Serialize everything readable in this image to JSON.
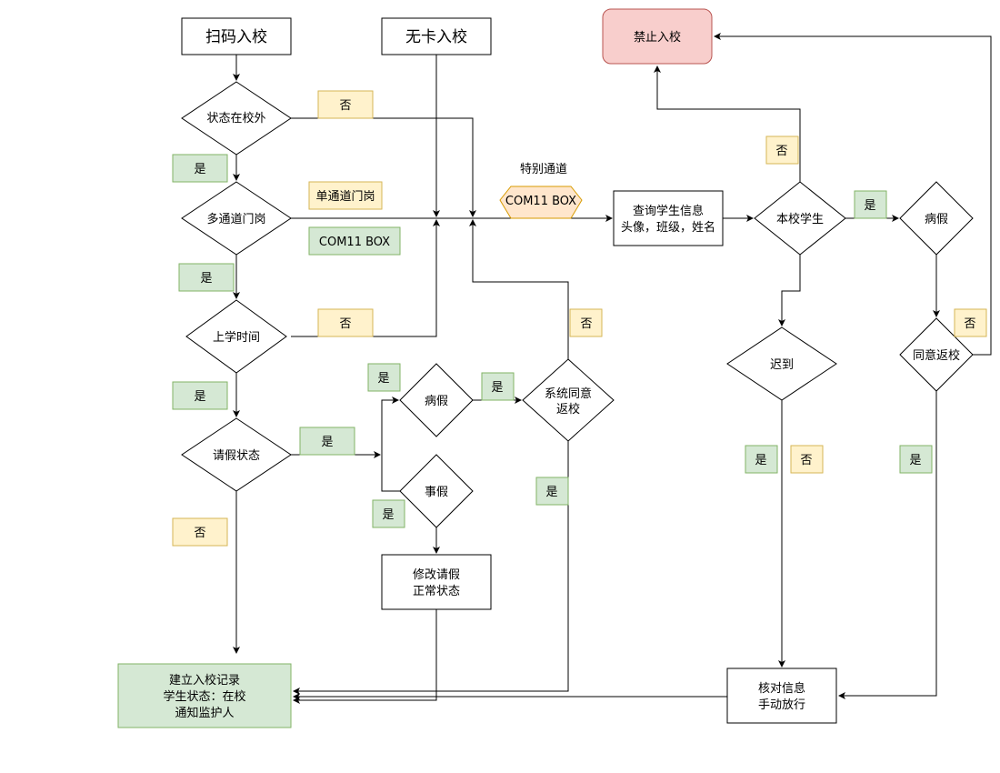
{
  "nodes": {
    "scan_entry": "扫码入校",
    "nocard_entry": "无卡入校",
    "forbid": "禁止入校",
    "status_outside": "状态在校外",
    "multi_gate": "多通道门岗",
    "school_time": "上学时间",
    "leave_status": "请假状态",
    "sick_leave_mid": "病假",
    "personal_leave": "事假",
    "system_agree": [
      "系统同意",
      "返校"
    ],
    "modify_leave": [
      "修改请假",
      "正常状态"
    ],
    "create_record": [
      "建立入校记录",
      "学生状态：在校",
      "通知监护人"
    ],
    "query_info": [
      "查询学生信息",
      "头像，班级，姓名"
    ],
    "this_school": "本校学生",
    "sick_leave_right": "病假",
    "late": "迟到",
    "agree_return": "同意返校",
    "verify": [
      "核对信息",
      "手动放行"
    ],
    "special_channel_label": "特别通道",
    "special_box": "COM11 BOX",
    "single_gate": "单通道门岗",
    "com11_box_green": "COM11 BOX"
  },
  "labels": {
    "yes": "是",
    "no": "否"
  },
  "colors": {
    "yes_fill": "#d5e8d4",
    "yes_stroke": "#82b366",
    "no_fill": "#fff2cc",
    "no_stroke": "#d6b656",
    "forbid_fill": "#f8cecc",
    "forbid_stroke": "#b85450",
    "hex_fill": "#ffe6cc",
    "hex_stroke": "#d79b00"
  }
}
